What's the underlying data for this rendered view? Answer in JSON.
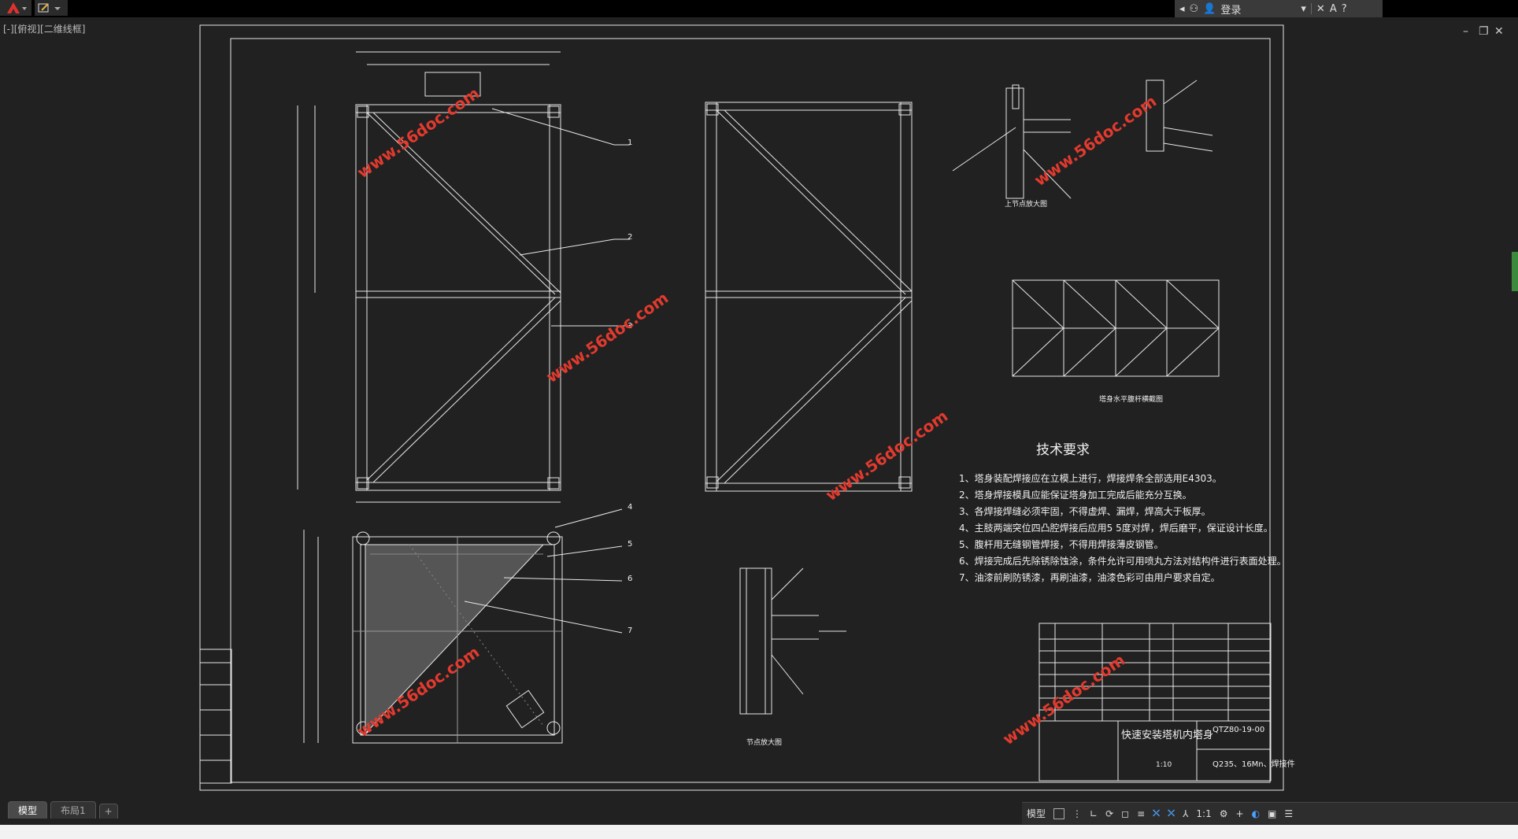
{
  "app": {
    "login_label": "登录",
    "view_label": "[-][俯视][二维线框]"
  },
  "drawing": {
    "tech_title": "技术要求",
    "requirements": [
      "1、塔身装配焊接应在立模上进行，焊接焊条全部选用E4303。",
      "2、塔身焊接模具应能保证塔身加工完成后能充分互换。",
      "3、各焊接焊缝必须牢固，不得虚焊、漏焊，焊高大于板厚。",
      "4、主肢两端突位四凸腔焊接后应用5 5度对焊，焊后磨平，保证设计长度。",
      "5、腹杆用无缝钢管焊接，不得用焊接薄皮钢管。",
      "6、焊接完成后先除锈除蚀涂，条件允许可用喷丸方法对结构件进行表面处理。",
      "7、油漆前刷防锈漆，再刷油漆，油漆色彩可由用户要求自定。"
    ],
    "title_block": {
      "name": "快速安装塔机内塔身",
      "code": "QTZ80-19-00",
      "material": "Q235、16Mn、焊接件",
      "scale": "1:10"
    },
    "watermark": "www.56doc.com",
    "labels": [
      "1",
      "2",
      "3",
      "4",
      "5",
      "6",
      "7"
    ],
    "views": [
      "上节点放大图",
      "塔身水平腹杆横截图",
      "节点放大图"
    ]
  },
  "tabs": {
    "model": "模型",
    "layout1": "布局1",
    "plus": "+"
  },
  "status": {
    "model": "模型",
    "scale": "1:1"
  }
}
